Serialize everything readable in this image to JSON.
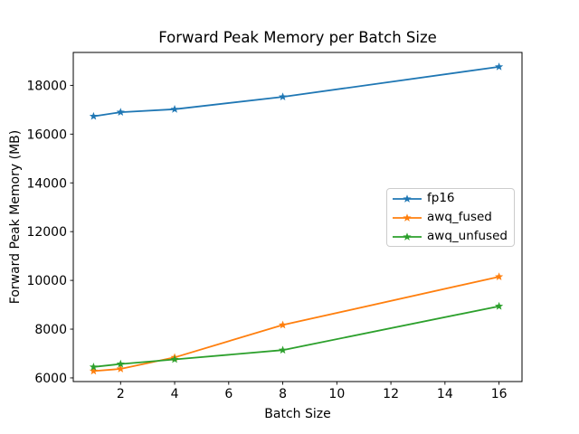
{
  "chart_data": {
    "type": "line",
    "title": "Forward Peak Memory per Batch Size",
    "xlabel": "Batch Size",
    "ylabel": "Forward Peak Memory (MB)",
    "x": [
      1,
      2,
      4,
      8,
      16
    ],
    "series": [
      {
        "name": "fp16",
        "color": "#1f77b4",
        "marker": "star",
        "values": [
          16730,
          16900,
          17020,
          17530,
          18760
        ]
      },
      {
        "name": "awq_fused",
        "color": "#ff7f0e",
        "marker": "star",
        "values": [
          6280,
          6370,
          6840,
          8170,
          10150
        ]
      },
      {
        "name": "awq_unfused",
        "color": "#2ca02c",
        "marker": "star",
        "values": [
          6450,
          6570,
          6760,
          7140,
          8940
        ]
      }
    ],
    "xticks": [
      2,
      4,
      6,
      8,
      10,
      12,
      14,
      16
    ],
    "yticks": [
      6000,
      8000,
      10000,
      12000,
      14000,
      16000,
      18000
    ],
    "xlim": [
      0.25,
      16.85
    ],
    "ylim": [
      5850,
      19350
    ],
    "grid": false,
    "legend_position": "center-right",
    "axis_color": "#000000",
    "background": "#ffffff"
  }
}
